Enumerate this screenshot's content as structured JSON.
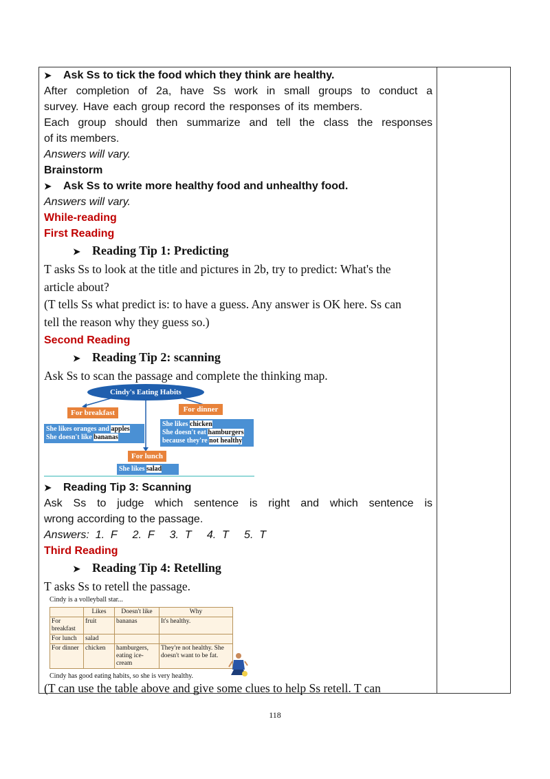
{
  "section1": {
    "task1": "Ask Ss to  tick  the  food  which  they  think  are  healthy.",
    "p1": "After  completion  of  2a,  have  Ss  work  in  small  groups  to  conduct  a",
    "p2": "survey.  Have  each  group  record  the  responses  of  its  members.",
    "p3": "Each  group  should  then  summarize  and  tell  the  class  the  responses",
    "p4": "of  its  members.",
    "answers1": "Answers  will  vary.",
    "brainstorm": "Brainstorm",
    "task2": "Ask Ss to write more healthy food and unhealthy food.",
    "answers2": "Answers  will  vary."
  },
  "while_reading": "While-reading",
  "first_reading": {
    "heading": "First Reading",
    "tip": "Reading  Tip  1:  Predicting",
    "l1": "T asks  Ss to  look at the title and pictures in 2b, try to predict:  What's the",
    "l2": "article about?",
    "l3": "(T tells  Ss what predict is: to have a guess. Any answer is OK here. Ss can",
    "l4": "tell the reason why they guess so.)"
  },
  "second_reading": {
    "heading": "Second Reading",
    "tip": "Reading  Tip  2:  scanning",
    "l1": "Ask Ss to scan the passage and  complete  the  thinking  map."
  },
  "thinking_map": {
    "center": "Cindy's Eating Habits",
    "breakfast_tag": "For breakfast",
    "dinner_tag": "For dinner",
    "lunch_tag": "For lunch",
    "b_line1": "She likes oranges and",
    "b_ans1": "apples",
    "b_line2": "She doesn't like",
    "b_ans2": "bananas",
    "d_line1": "She likes",
    "d_ans1": "chicken",
    "d_line2": "She doesn't eat",
    "d_ans2": "hamburgers",
    "d_line3": "because they're",
    "d_ans3": "not healthy",
    "l_line1": "She likes",
    "l_ans1": "salad"
  },
  "tip3": {
    "tip": "Reading  Tip  3:  Scanning",
    "l1": "Ask  Ss  to  judge  which  sentence  is  right  and  which  sentence  is",
    "l2": "wrong  according  to  the  passage.",
    "answers": "Answers:  1.  F     2.  F     3.  T     4.  T     5.  T"
  },
  "third_reading": {
    "heading": "Third Reading",
    "tip": "Reading  Tip  4:  Retelling",
    "l1": "T asks  Ss to retell the passage."
  },
  "retell_table": {
    "caption": "Cindy is a volleyball star...",
    "headers": [
      "",
      "Likes",
      "Doesn't like",
      "Why"
    ],
    "r1": [
      "For breakfast",
      "fruit",
      "bananas",
      "It's healthy."
    ],
    "r2": [
      "For  lunch",
      "salad",
      "",
      ""
    ],
    "r3": [
      "For  dinner",
      "chicken",
      "hamburgers, eating ice-cream",
      "They're not healthy. She doesn't want to be fat."
    ],
    "footer": "Cindy has good eating habits, so she is very healthy."
  },
  "last_line": "(T can use the table above and give some clues to help  Ss  retell. T can",
  "page_number": "118",
  "colors": {
    "heading_red": "#c00000",
    "map_blue": "#4a90d4",
    "tag_orange": "#e8823a",
    "ellipse_blue": "#1f5fae"
  }
}
